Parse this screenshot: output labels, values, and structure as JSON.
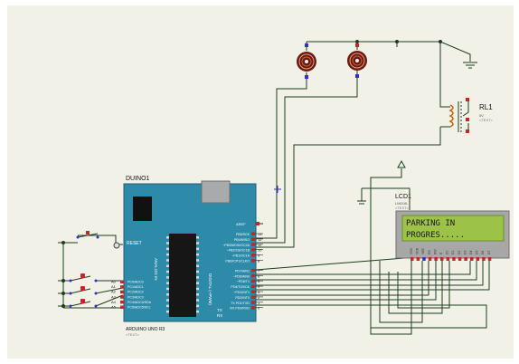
{
  "arduino": {
    "title": "DUINO1",
    "model": "ARDUINO UNO R3",
    "text_tag": "<TEXT>",
    "aref": "AREF",
    "reset": "RESET",
    "analog_in": "ANALOG IN",
    "digital_pwm": "DIGITAL (~PWM)",
    "tx": "TX",
    "rx": "RX",
    "right_pins": [
      {
        "label": "PB5/SCK",
        "num": "13"
      },
      {
        "label": "PB4/MISO",
        "num": "12"
      },
      {
        "label": "~PB3/MOSI/OC2A",
        "num": "11"
      },
      {
        "label": "~PB2/SS/OC1B",
        "num": "10"
      },
      {
        "label": "~PB1/OC1A",
        "num": "9"
      },
      {
        "label": "PB0/ICP1/CLKO",
        "num": "8"
      },
      {
        "label": "PD7/AIN1",
        "num": "7"
      },
      {
        "label": "~PD6/AIN0",
        "num": "6"
      },
      {
        "label": "~PD5/T1",
        "num": "5"
      },
      {
        "label": "PD4/T0/XCK",
        "num": "4"
      },
      {
        "label": "~PD3/INT1",
        "num": "3"
      },
      {
        "label": "PD2/INT0",
        "num": "2"
      },
      {
        "label": "TX PD1/TXD",
        "num": "1"
      },
      {
        "label": "RX PD0/RXD",
        "num": "0"
      }
    ],
    "left_pins": [
      {
        "label": "PC0/ADC0",
        "num": "A0"
      },
      {
        "label": "PC1/ADC1",
        "num": "A1"
      },
      {
        "label": "PC2/ADC2",
        "num": "A2"
      },
      {
        "label": "PC3/ADC3",
        "num": "A3"
      },
      {
        "label": "PC4/ADC4/SDA",
        "num": "A4"
      },
      {
        "label": "PC5/ADC5/SCL",
        "num": "A5"
      }
    ]
  },
  "lcd": {
    "title": "LCD1",
    "model": "LM016L",
    "text_tag": "<TEXT>",
    "line1": "PARKING IN",
    "line2": "PROGRES.....",
    "pins": [
      "VSS",
      "VDD",
      "VEE",
      "RS",
      "RW",
      "E",
      "D0",
      "D1",
      "D2",
      "D3",
      "D4",
      "D5",
      "D6",
      "D7"
    ]
  },
  "relay": {
    "title": "RL1",
    "voltage": "5V",
    "text_tag": "<TEXT>"
  },
  "colors": {
    "board": "#2d8aa8",
    "lcd_screen": "#9dc248",
    "lcd_frame": "#a7a7a7",
    "wire": "#1e3d1e",
    "pin_red": "#c42525",
    "pin_blue": "#3030c8",
    "sheet": "#f1f1e8"
  }
}
